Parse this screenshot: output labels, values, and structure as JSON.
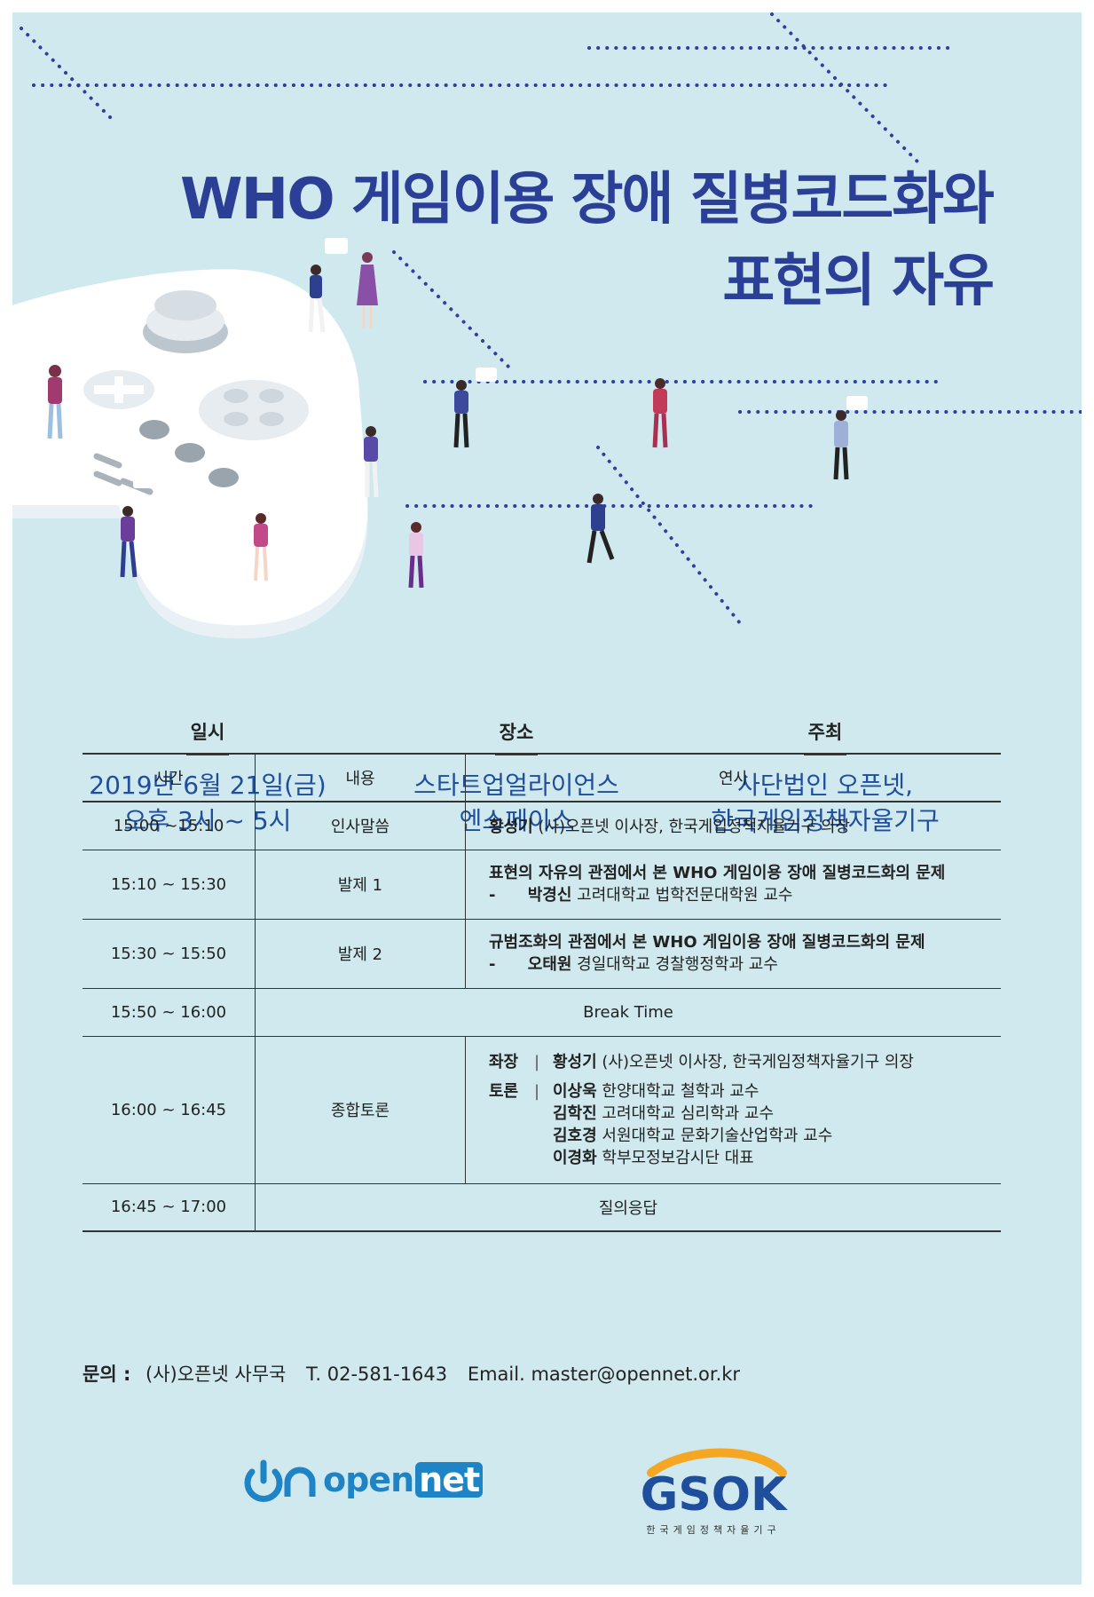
{
  "title": {
    "line1": "WHO 게임이용 장애 질병코드화와",
    "line2": "표현의 자유"
  },
  "info": {
    "date": {
      "label": "일시",
      "line1": "2019년 6월 21일(금)",
      "line2": "오후 3시 ~ 5시"
    },
    "place": {
      "label": "장소",
      "line1": "스타트업얼라이언스",
      "line2": "엔스페이스"
    },
    "host": {
      "label": "주최",
      "line1": "사단법인 오픈넷,",
      "line2": "한국게임정책자율기구"
    }
  },
  "schedule": {
    "headers": [
      "시간",
      "내용",
      "연사"
    ],
    "rows": [
      {
        "time": "15:00 ~15:10",
        "content": "인사말씀",
        "speaker_name": "황성기",
        "speaker_desc": "(사)오픈넷 이사장, 한국게임정책자율기구 의장"
      },
      {
        "time": "15:10 ~ 15:30",
        "content": "발제 1",
        "topic": "표현의 자유의 관점에서 본 WHO 게임이용 장애 질병코드화의 문제",
        "dash": "-",
        "speaker_name": "박경신",
        "speaker_desc": "고려대학교 법학전문대학원 교수"
      },
      {
        "time": "15:30 ~ 15:50",
        "content": "발제 2",
        "topic": "규범조화의 관점에서 본 WHO 게임이용 장애 질병코드화의 문제",
        "dash": "-",
        "speaker_name": "오태원",
        "speaker_desc": "경일대학교 경찰행정학과 교수"
      },
      {
        "time": "15:50 ~ 16:00",
        "content": "Break Time"
      },
      {
        "time": "16:00 ~ 16:45",
        "content": "종합토론",
        "chair_role": "좌장",
        "chair_sep": "|",
        "chair_name": "황성기",
        "chair_desc": "(사)오픈넷 이사장, 한국게임정책자율기구 의장",
        "panel_role": "토론",
        "panel_sep": "|",
        "panel": [
          {
            "name": "이상욱",
            "desc": "한양대학교 철학과 교수"
          },
          {
            "name": "김학진",
            "desc": "고려대학교 심리학과 교수"
          },
          {
            "name": "김호경",
            "desc": "서원대학교 문화기술산업학과 교수"
          },
          {
            "name": "이경화",
            "desc": "학부모정보감시단 대표"
          }
        ]
      },
      {
        "time": "16:45 ~ 17:00",
        "content": "질의응답"
      }
    ]
  },
  "contact": {
    "label": "문의 :",
    "org": "(사)오픈넷 사무국",
    "phone": "T. 02-581-1643",
    "email": "Email. master@opennet.or.kr"
  },
  "logos": {
    "opennet_open": "open",
    "opennet_net": "net",
    "gsok": "GSOK",
    "gsok_sub": "한국게임정책자율기구"
  },
  "colors": {
    "background": "#cfe9ef",
    "title": "#2b3f97",
    "accent": "#1f4e9c",
    "dots": "#2e3f9e"
  }
}
